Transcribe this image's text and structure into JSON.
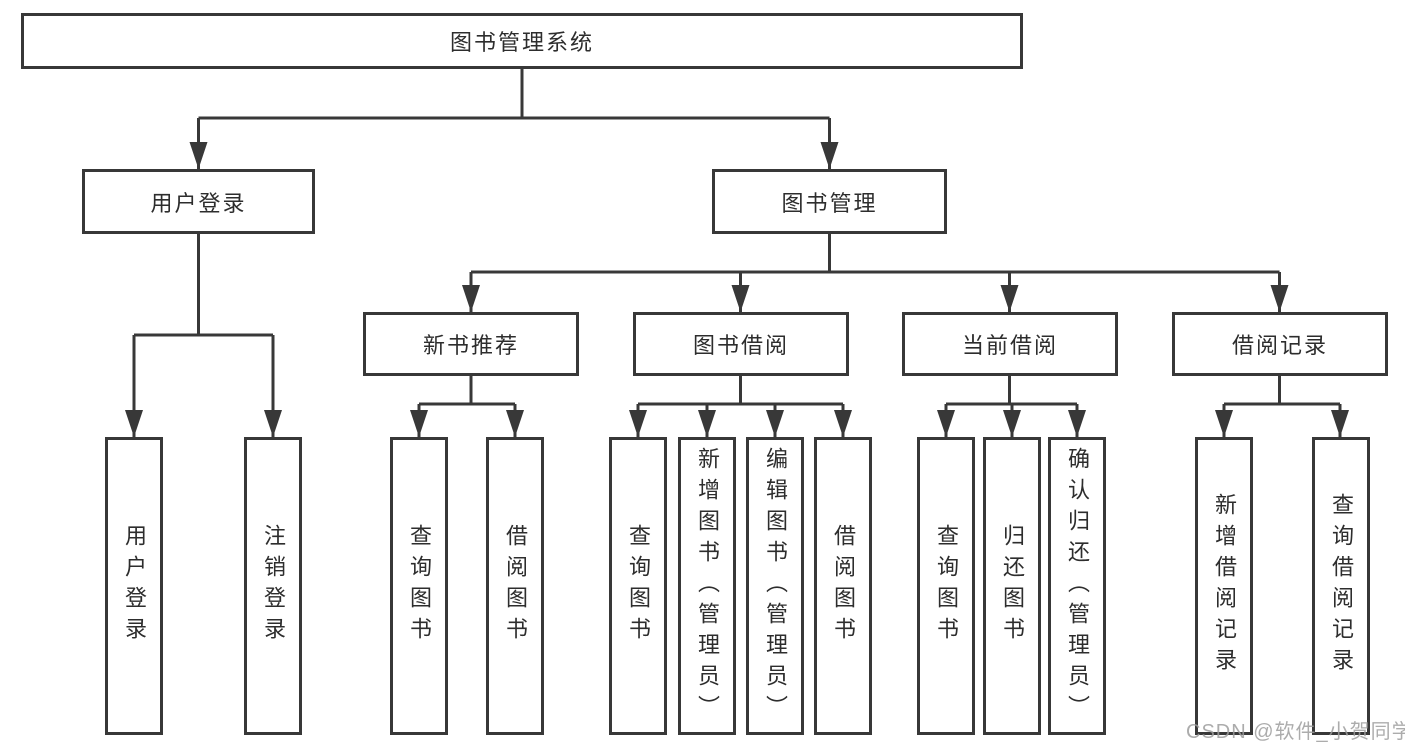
{
  "tree": {
    "root": {
      "label": "图书管理系统"
    },
    "user_login": {
      "label": "用户登录",
      "children": [
        {
          "label": "用户登录"
        },
        {
          "label": "注销登录"
        }
      ]
    },
    "book_mgmt": {
      "label": "图书管理",
      "children": [
        {
          "label": "新书推荐",
          "children": [
            {
              "label": "查询图书"
            },
            {
              "label": "借阅图书"
            }
          ]
        },
        {
          "label": "图书借阅",
          "children": [
            {
              "label": "查询图书"
            },
            {
              "label": "新增图书（管理员）"
            },
            {
              "label": "编辑图书（管理员）"
            },
            {
              "label": "借阅图书"
            }
          ]
        },
        {
          "label": "当前借阅",
          "children": [
            {
              "label": "查询图书"
            },
            {
              "label": "归还图书"
            },
            {
              "label": "确认归还（管理员）"
            }
          ]
        },
        {
          "label": "借阅记录",
          "children": [
            {
              "label": "新增借阅记录"
            },
            {
              "label": "查询借阅记录"
            }
          ]
        }
      ]
    }
  },
  "watermark": {
    "text": "CSDN @软件_小贺同学"
  },
  "colors": {
    "line": "#383838",
    "box_background": "#ffffff",
    "text": "#2d2d2d",
    "watermark": "#9e9e9e"
  }
}
